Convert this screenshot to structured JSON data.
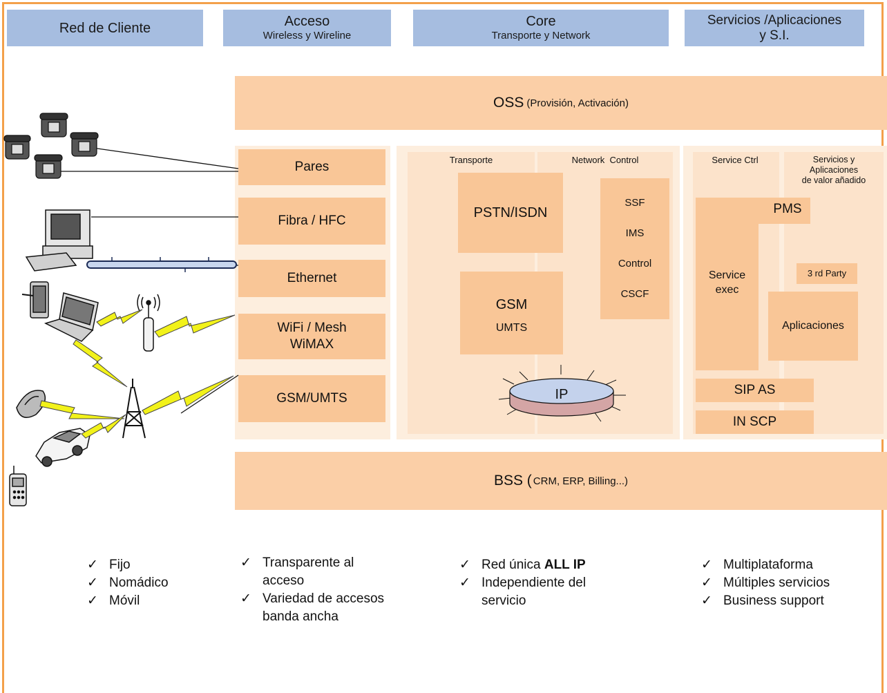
{
  "headers": {
    "red_cliente": {
      "title": "Red de Cliente"
    },
    "acceso": {
      "title": "Acceso",
      "subtitle": "Wireless y Wireline"
    },
    "core": {
      "title": "Core",
      "subtitle": "Transporte y Network"
    },
    "servicios": {
      "title": "Servicios /Aplicaciones",
      "subtitle": "y S.I."
    }
  },
  "oss": {
    "title": "OSS",
    "detail": "(Provisión, Activación)"
  },
  "bss": {
    "title": "BSS (",
    "detail": "CRM, ERP,  Billing...)"
  },
  "access_boxes": [
    "Pares",
    "Fibra / HFC",
    "Ethernet",
    "WiFi / Mesh",
    "WiMAX",
    "GSM/UMTS"
  ],
  "core": {
    "transporte_label": "Transporte",
    "network_control_label": "Network  Control",
    "pstn": "PSTN/ISDN",
    "gsm": "GSM",
    "umts": "UMTS",
    "control_items": [
      "SSF",
      "IMS",
      "Control",
      "CSCF"
    ],
    "ip": "IP"
  },
  "services": {
    "service_ctrl_label": "Service Ctrl",
    "vas_label": [
      "Servicios y",
      "Aplicaciones",
      "de valor añadido"
    ],
    "pms": "PMS",
    "service_exec": [
      "Service",
      "exec"
    ],
    "third_party": "3 rd Party",
    "aplicaciones": "Aplicaciones",
    "sip_as": "SIP AS",
    "in_scp": "IN SCP"
  },
  "bullets": {
    "check": "✓",
    "col1": [
      "Fijo",
      "Nomádico",
      "Móvil"
    ],
    "col2": {
      "item1": "Transparente al",
      "item1b": "acceso",
      "item2": "Variedad de accesos",
      "item2b": "banda ancha"
    },
    "col3": {
      "item1_pre": "Red única ",
      "item1_bold": "ALL IP",
      "item2": "Independiente del",
      "item2b": "servicio"
    },
    "col4": [
      "Multiplataforma",
      "Múltiples servicios",
      "Business support"
    ]
  },
  "colors": {
    "header": "#a6bde0",
    "band": "#fbcfa7",
    "box": "#f9c697",
    "panel": "#fdeede",
    "border": "#f3a04a",
    "bolt": "#f2f21a"
  }
}
